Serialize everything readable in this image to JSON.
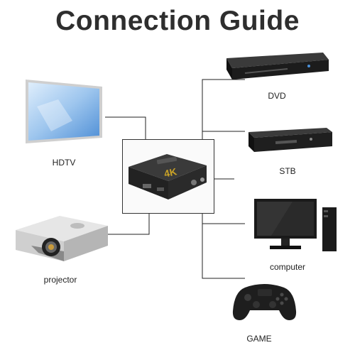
{
  "title": "Connection Guide",
  "switch": {
    "badge": "4K",
    "icon": "hdmi-switch-icon"
  },
  "devices": {
    "hdtv": {
      "label": "HDTV",
      "icon": "tv-icon"
    },
    "projector": {
      "label": "projector",
      "icon": "projector-icon"
    },
    "dvd": {
      "label": "DVD",
      "icon": "dvd-player-icon"
    },
    "stb": {
      "label": "STB",
      "icon": "set-top-box-icon"
    },
    "computer": {
      "label": "computer",
      "icon": "computer-icon"
    },
    "game": {
      "label": "GAME",
      "icon": "gamepad-icon"
    }
  }
}
